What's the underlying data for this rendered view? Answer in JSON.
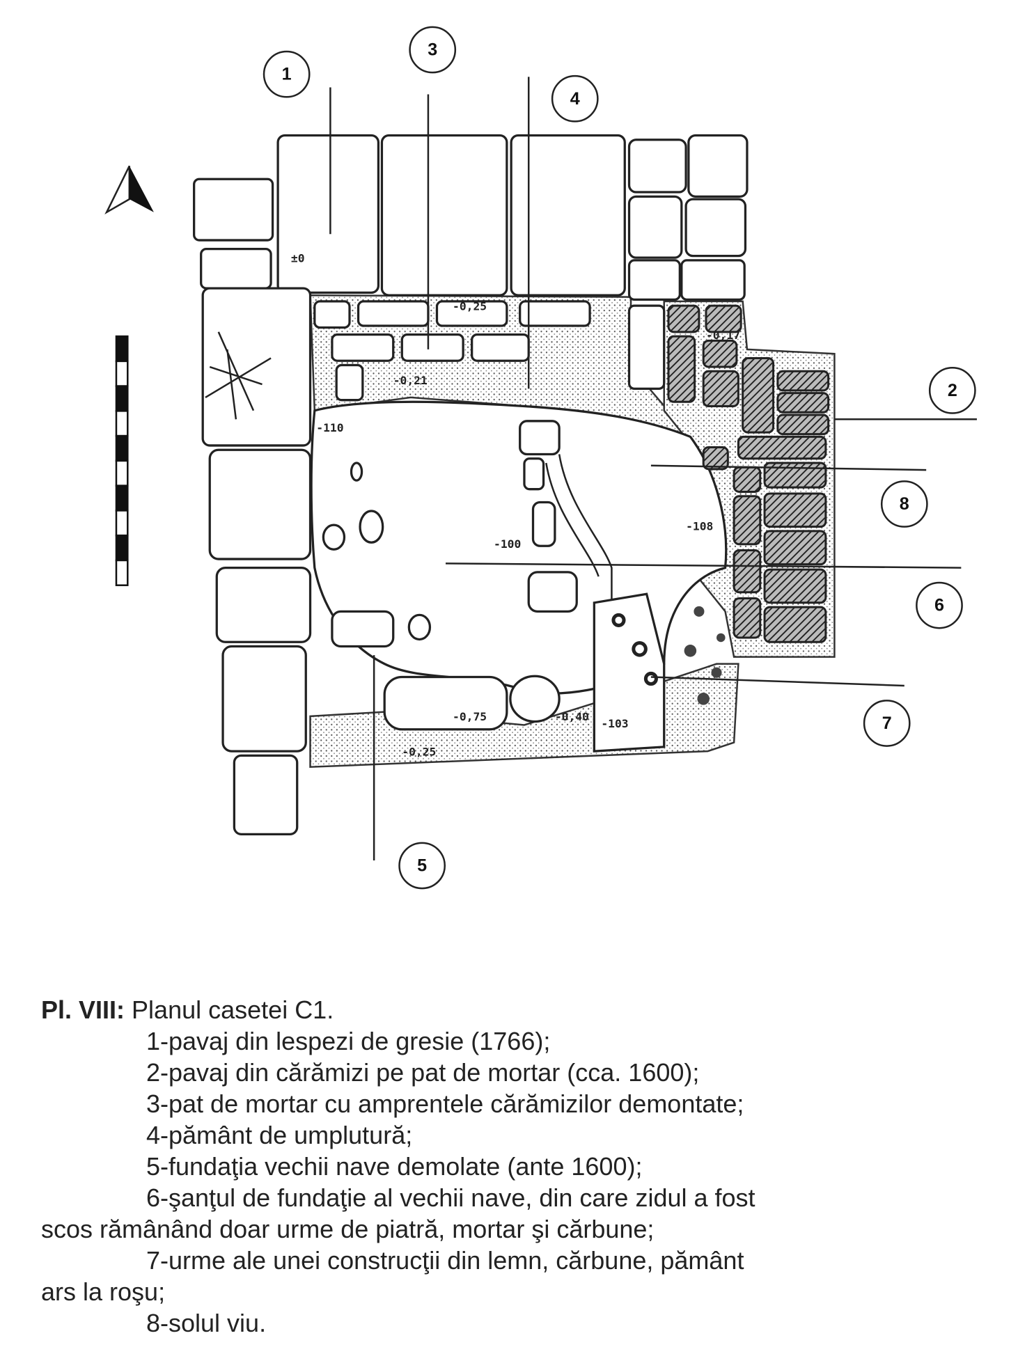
{
  "plan": {
    "markers": [
      "1",
      "2",
      "3",
      "4",
      "5",
      "6",
      "7",
      "8"
    ],
    "elevations": {
      "e_pm0": "±0",
      "e_025_top": "-0,25",
      "e_021": "-0,21",
      "e_017": "-0,17",
      "e_110": "-110",
      "e_100": "-100",
      "e_108": "-108",
      "e_075": "-0,75",
      "e_040": "-0,40",
      "e_103": "-103",
      "e_025_bottom": "-0,25"
    }
  },
  "caption": {
    "label": "Pl. VIII:",
    "title": "Planul casetei C1.",
    "items": [
      "1-pavaj din lespezi de gresie (1766);",
      "2-pavaj din cărămizi pe pat de mortar (cca. 1600);",
      "3-pat de mortar cu amprentele cărămizilor demontate;",
      "4-pământ de umplutură;",
      "5-fundaţia vechii nave demolate (ante 1600);",
      "6-şanţul de fundaţie al vechii nave, din care zidul a fost",
      "scos rămânând doar urme de piatră, mortar şi cărbune;",
      "7-urme ale unei construcţii din lemn, cărbune, pământ",
      "ars la roşu;",
      "8-solul viu."
    ]
  }
}
